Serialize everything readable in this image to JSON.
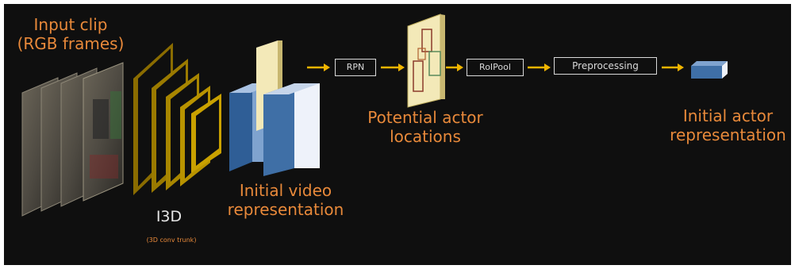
{
  "labels": {
    "input_clip": [
      "Input clip",
      "(RGB frames)"
    ],
    "i3d": "I3D",
    "i3d_sub": "(3D conv trunk)",
    "video_rep": [
      "Initial video",
      "representation"
    ],
    "actor_locations": [
      "Potential actor",
      "locations"
    ],
    "actor_rep": [
      "Initial actor",
      "representation"
    ]
  },
  "boxes": {
    "rpn": "RPN",
    "roipool": "RoIPool",
    "preprocessing": "Preprocessing"
  },
  "colors": {
    "background": "#0f0f0f",
    "orange_text": "#e8893a",
    "gold": "#d4a600",
    "arrow": "#f0b400",
    "blue_block": "#3f6fa6",
    "light_panel": "#f3e9b8"
  }
}
